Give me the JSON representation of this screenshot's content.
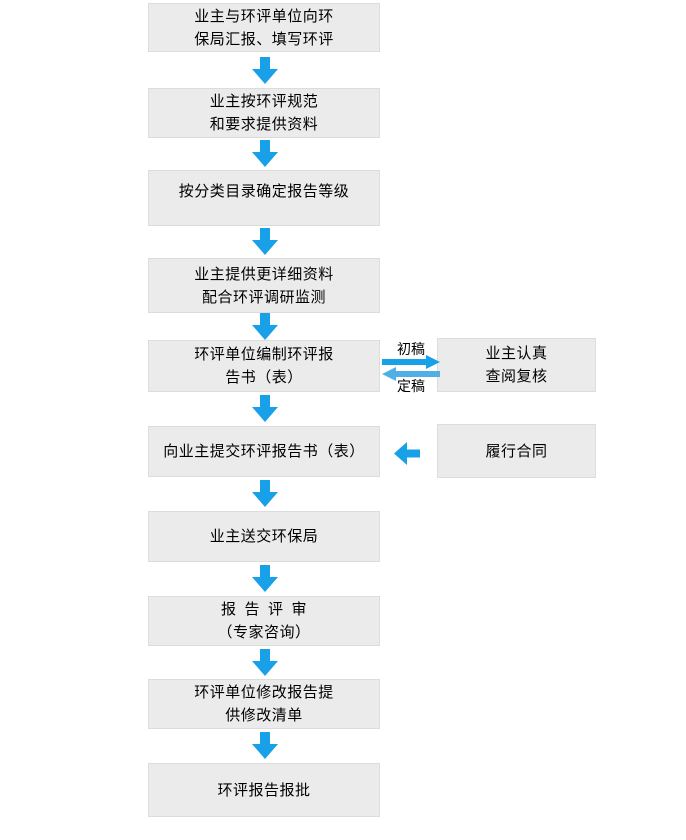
{
  "flowchart": {
    "main_steps": [
      {
        "label": "业主与环评单位向环\n保局汇报、填写环评"
      },
      {
        "label": "业主按环评规范\n和要求提供资料"
      },
      {
        "label": "按分类目录确定报告等级"
      },
      {
        "label": "业主提供更详细资料\n配合环评调研监测"
      },
      {
        "label": "环评单位编制环评报\n告书（表）"
      },
      {
        "label": "向业主提交环评报告书（表）"
      },
      {
        "label": "业主送交环保局"
      },
      {
        "label": "报 告 评 审\n（专家咨询）"
      },
      {
        "label": "环评单位修改报告提\n供修改清单"
      },
      {
        "label": "环评报告报批"
      }
    ],
    "side_steps": [
      {
        "label": "业主认真\n查阅复核"
      },
      {
        "label": "履行合同"
      }
    ],
    "exchange_labels": {
      "top": "初稿",
      "bottom": "定稿"
    }
  },
  "colors": {
    "arrow_blue": "#18a0e8",
    "arrow_blue_light": "#4fb0e8",
    "box_bg": "#ebebeb",
    "box_border": "#dcdcdc",
    "text": "#000000"
  }
}
